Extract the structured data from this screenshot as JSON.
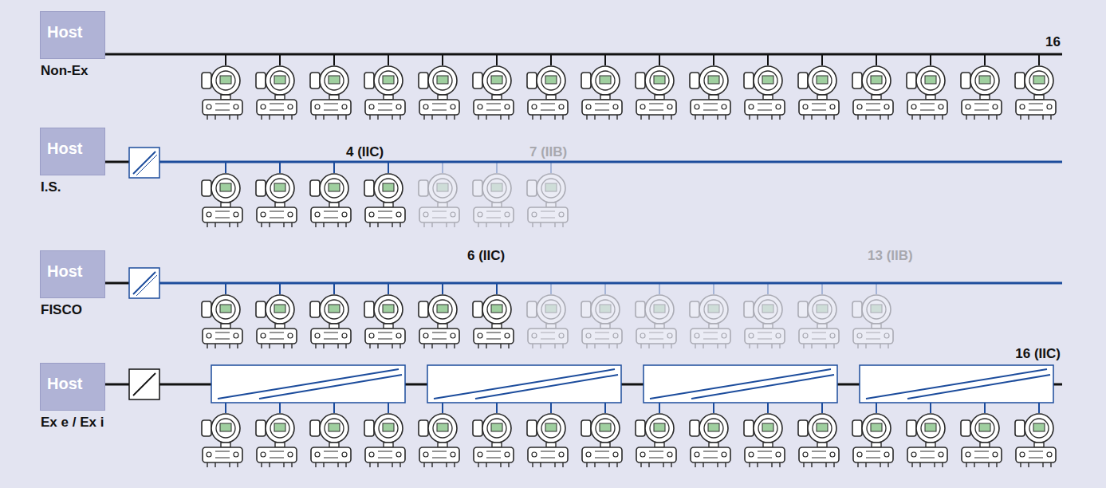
{
  "diagram": {
    "nodes": [
      {
        "text": [
          "Host",
          "Non-Ex"
        ]
      },
      {
        "text": [
          "Host",
          "I.S."
        ]
      },
      {
        "text": [
          "Host",
          "FISCO"
        ]
      },
      {
        "text": [
          "Host",
          "Ex e / Ex i"
        ]
      }
    ],
    "labels": [
      "16",
      "4 (IIC)",
      "7 (IIB)",
      "6 (IIC)",
      "13 (IIB)",
      "16 (IIC)"
    ]
  }
}
